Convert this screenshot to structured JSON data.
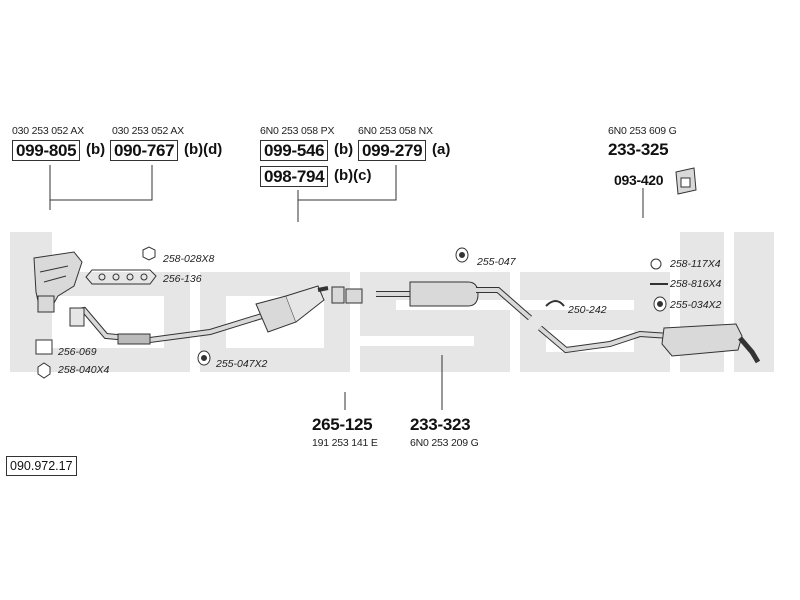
{
  "groups": {
    "front": {
      "oe_left": "030 253 052 AX",
      "oe_right": "030 253 052 AX",
      "part_a": "099-805",
      "suffix_a": "(b)",
      "part_b": "090-767",
      "suffix_b": "(b)(d)"
    },
    "middle": {
      "oe_left": "6N0 253 058 PX",
      "oe_right": "6N0 253 058 NX",
      "part_a": "099-546",
      "suffix_a": "(b)",
      "part_b": "099-279",
      "suffix_b": "(a)",
      "part_c": "098-794",
      "suffix_c": "(b)(c)"
    },
    "rear": {
      "oe": "6N0 253 609 G",
      "part": "233-325",
      "sub_part": "093-420"
    }
  },
  "hardware": [
    {
      "id": "h1",
      "label": "258-028X8"
    },
    {
      "id": "h2",
      "label": "256-136"
    },
    {
      "id": "h3",
      "label": "256-069"
    },
    {
      "id": "h4",
      "label": "258-040X4"
    },
    {
      "id": "h5",
      "label": "255-047X2"
    },
    {
      "id": "h6",
      "label": "255-047"
    },
    {
      "id": "h7",
      "label": "250-242"
    },
    {
      "id": "h8",
      "label": "258-117X4"
    },
    {
      "id": "h9",
      "label": "258-816X4"
    },
    {
      "id": "h10",
      "label": "255-034X2"
    }
  ],
  "bottom_parts": [
    {
      "part": "265-125",
      "oe": "191 253 141 E"
    },
    {
      "part": "233-323",
      "oe": "6N0 253 209 G"
    }
  ],
  "reference": "090.972.17",
  "watermark_text": "bosal",
  "colors": {
    "watermark": "#e6e6e6",
    "line": "#333333",
    "part_fill": "#d9d9d9",
    "part_dark": "#8a8a8a"
  }
}
